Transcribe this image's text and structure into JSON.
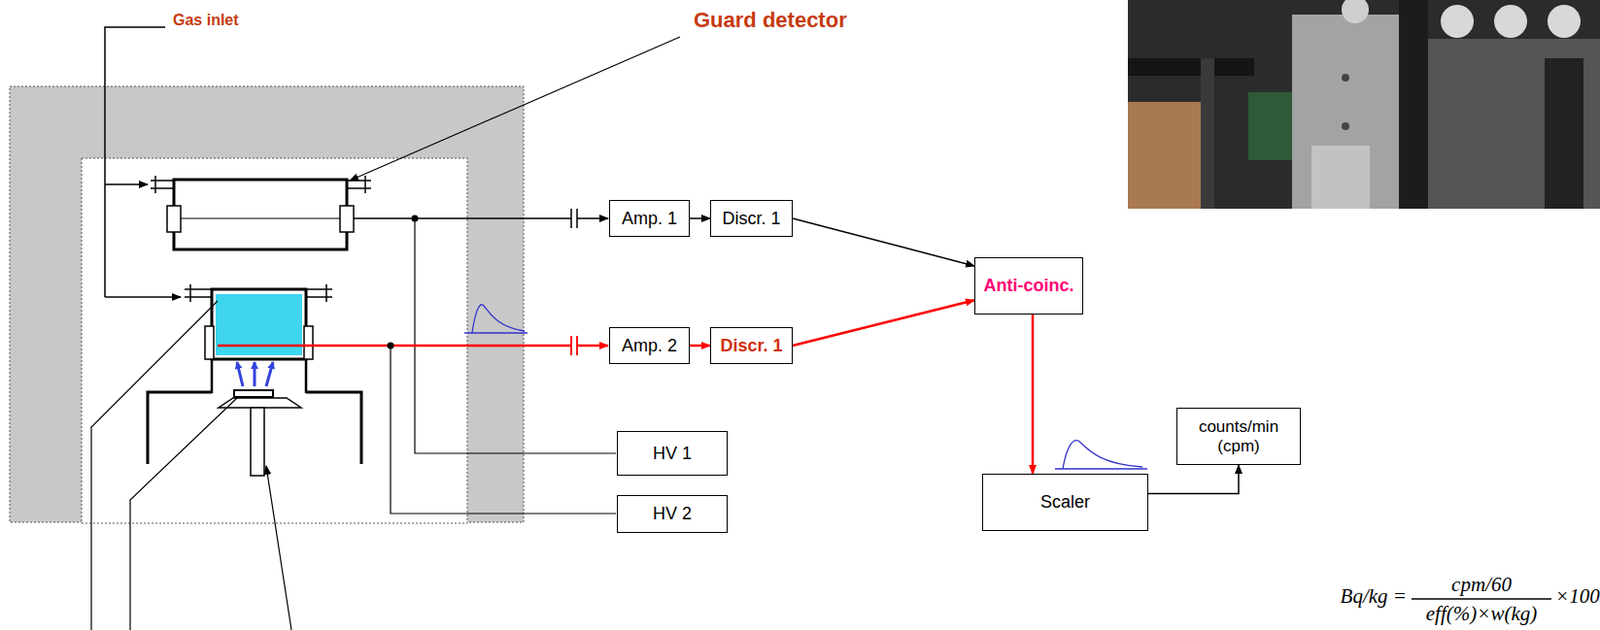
{
  "diagram": {
    "nodes": [
      {
        "text": [
          "Amp. 1"
        ]
      },
      {
        "text": [
          "Discr. 1"
        ]
      },
      {
        "text": [
          "Amp. 2"
        ]
      },
      {
        "text": [
          "Discr. 1"
        ]
      },
      {
        "text": [
          "HV 1"
        ]
      },
      {
        "text": [
          "HV 2"
        ]
      },
      {
        "text": [
          "Anti-coinc."
        ]
      },
      {
        "text": [
          "Scaler"
        ]
      },
      {
        "text": [
          "counts/min (cpm)"
        ]
      }
    ],
    "edges": [
      {
        "from": 0,
        "to": 1,
        "arrow": "to"
      },
      {
        "from": 1,
        "to": 6,
        "arrow": "to"
      },
      {
        "from": 2,
        "to": 3,
        "arrow": "to"
      },
      {
        "from": 3,
        "to": 6,
        "arrow": "to"
      },
      {
        "from": 6,
        "to": 7,
        "arrow": "to"
      },
      {
        "from": 7,
        "to": 8,
        "arrow": "to"
      }
    ],
    "labels": [
      "Gas inlet",
      "Guard detector",
      "Bq/kg =",
      "cpm/60",
      "eff(%)×w(kg)",
      "×100"
    ]
  }
}
